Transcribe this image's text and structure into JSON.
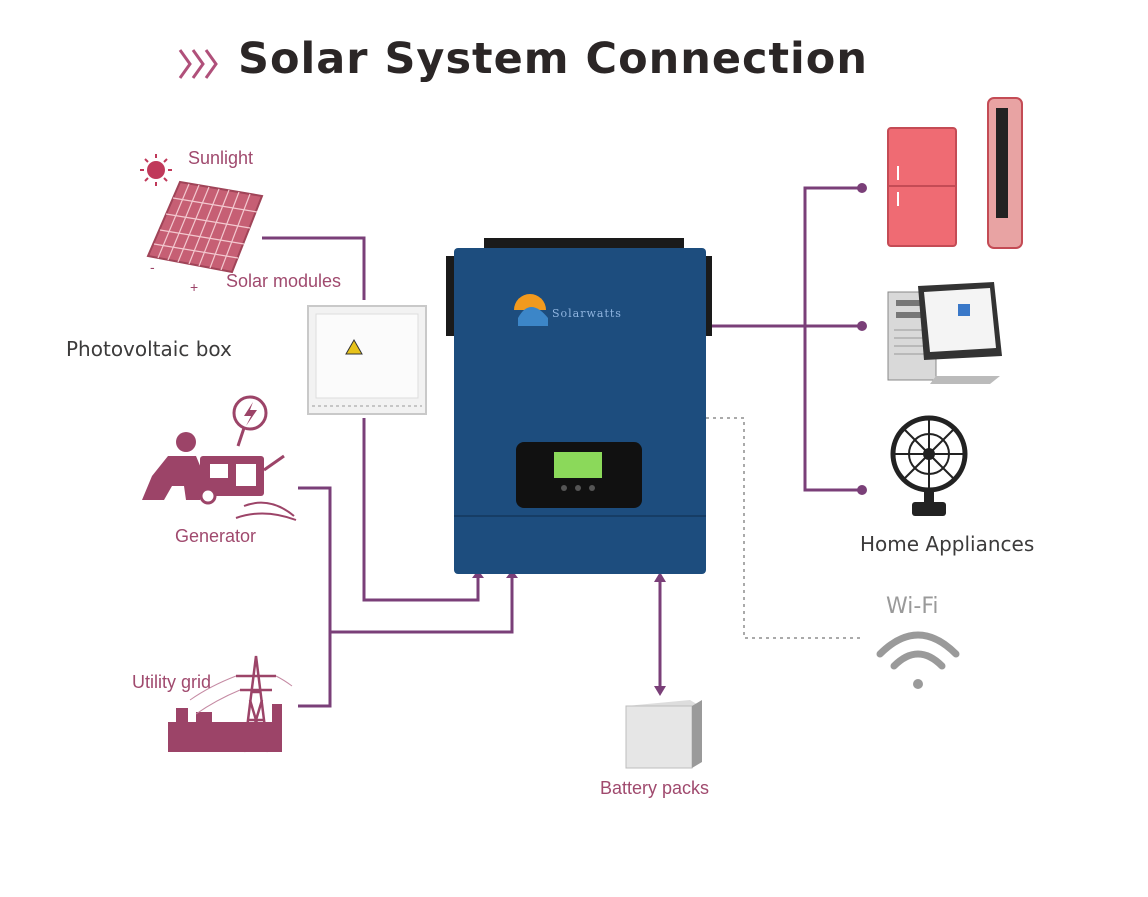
{
  "title": "Solar System Connection",
  "labels": {
    "sunlight": "Sunlight",
    "solar_modules": "Solar modules",
    "photovoltaic_box": "Photovoltaic box",
    "generator": "Generator",
    "utility_grid": "Utility grid",
    "battery_packs": "Battery packs",
    "home_appliances": "Home Appliances",
    "wifi": "Wi-Fi"
  },
  "inverter": {
    "brand": "Solarwatts"
  },
  "colors": {
    "accent": "#8a3a6e",
    "line": "#7a3f78",
    "icon": "#9c4468",
    "inverter": "#1d4d7e",
    "title": "#2b2626"
  },
  "icons": [
    "chevrons-icon",
    "sun-icon",
    "solar-panel-icon",
    "pv-box-icon",
    "lightning-icon",
    "generator-icon",
    "pylon-icon",
    "battery-icon",
    "fridge-icon",
    "computer-icon",
    "fan-icon",
    "wifi-icon"
  ]
}
